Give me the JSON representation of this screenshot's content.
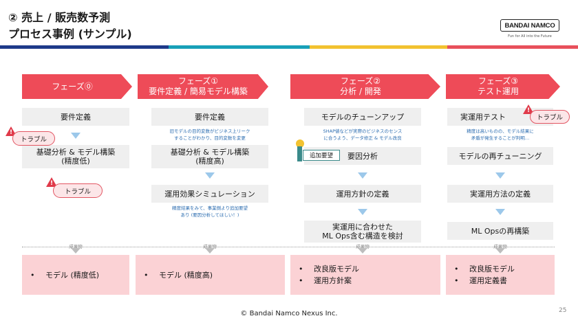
{
  "header": {
    "title_line1": "② 売上 / 販売数予測",
    "title_line2": "プロセス事例 (サンプル)",
    "logo_text": "BANDAI NAMCO",
    "logo_tagline": "Fun for All into the Future"
  },
  "colors": {
    "accent_red": "#ee4b58",
    "box_gray": "#efefef",
    "arrow_blue": "#9cc8ea",
    "note_blue": "#2b6cb0",
    "output_pink": "#fbd2d5",
    "bar_navy": "#1e3a8a",
    "bar_teal": "#18a0b8",
    "bar_yellow": "#f2c230",
    "bar_red": "#e8505b"
  },
  "phases": [
    {
      "line1": "フェーズ⓪",
      "line2": ""
    },
    {
      "line1": "フェーズ①",
      "line2": "要件定義 / 簡易モデル構築"
    },
    {
      "line1": "フェーズ②",
      "line2": "分析 / 開発"
    },
    {
      "line1": "フェーズ③",
      "line2": "テスト運用"
    }
  ],
  "col0": {
    "step1": "要件定義",
    "step2_line1": "基礎分析 & モデル構築",
    "step2_line2": "(精度低)"
  },
  "col1": {
    "step1": "要件定義",
    "note1_line1": "旧モデルの目的変数がビジネス上リーク",
    "note1_line2": "することがわかり、目的変数を変更",
    "step2_line1": "基礎分析 & モデル構築",
    "step2_line2": "(精度高)",
    "step3": "運用効果シミュレーション",
    "note2_line1": "精度結果をみて、事業側より追加要望",
    "note2_line2": "あり (要因分析してほしい！)"
  },
  "col2": {
    "step1": "モデルのチューンアップ",
    "note1_line1": "SHAP値などが実際のビジネスのセンス",
    "note1_line2": "に合うよう、データ修正 & モデル改良",
    "badge": "追加要望",
    "step2": "要因分析",
    "step3": "運用方針の定義",
    "step4_line1": "実運用に合わせた",
    "step4_line2": "ML Ops含む構造を検討"
  },
  "col3": {
    "step1": "実運用テスト",
    "note1_line1": "精度は高いものの、モデル結果に",
    "note1_line2": "矛盾が発生することが判明…",
    "step2": "モデルの再チューニング",
    "step3": "実運用方法の定義",
    "step4": "ML Opsの再構築"
  },
  "troubles": [
    "トラブル",
    "トラブル",
    "トラブル"
  ],
  "warning_mark": "!",
  "deliverable_label": "成果物",
  "outputs": [
    [
      "モデル (精度低)"
    ],
    [
      "モデル (精度高)"
    ],
    [
      "改良版モデル",
      "運用方針案"
    ],
    [
      "改良版モデル",
      "運用定義書"
    ]
  ],
  "bullet": "•",
  "footer": "© Bandai Namco Nexus Inc.",
  "page_number": "25"
}
